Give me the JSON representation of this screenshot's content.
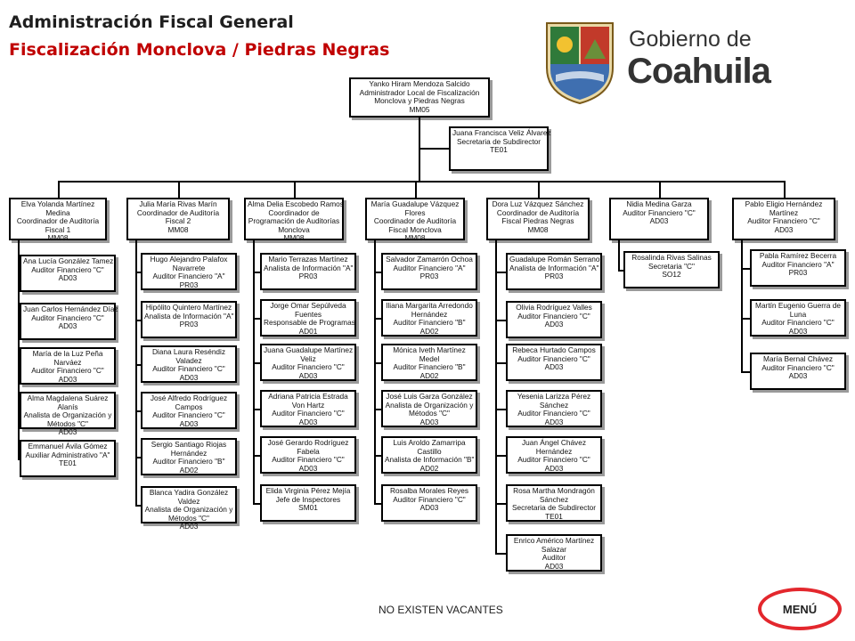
{
  "header": {
    "title": "Administración Fiscal General",
    "subtitle": "Fiscalización Monclova / Piedras Negras"
  },
  "logo": {
    "line1": "Gobierno de",
    "line2": "Coahuila"
  },
  "top": {
    "lines": [
      "Yanko Hiram Mendoza Salcido",
      "Administrador  Local de Fiscalización",
      "Monclova y Piedras Negras",
      "MM05"
    ]
  },
  "assistant": {
    "lines": [
      "Juana Francisca Veliz Álvarez",
      "Secretaria de Subdirector",
      "TE01"
    ]
  },
  "columns": [
    {
      "head": [
        "Elva Yolanda Martínez",
        "Medina",
        "Coordinador de Auditoría",
        "Fiscal 1",
        "MM08"
      ],
      "members": [
        [
          "Ana Lucía González Tamez",
          "Auditor Financiero \"C\"",
          "AD03"
        ],
        [
          "Juan Carlos Hernández Díaz",
          "Auditor Financiero \"C\"",
          "AD03"
        ],
        [
          "María de la Luz Peña",
          "Narváez",
          "Auditor Financiero \"C\"",
          "AD03"
        ],
        [
          "Alma Magdalena Suárez",
          "Alanís",
          "Analista de Organización y",
          "Métodos \"C\"",
          "AD03"
        ],
        [
          "Emmanuel Ávila Gómez",
          "Auxiliar Administrativo \"A\"",
          "TE01"
        ]
      ]
    },
    {
      "head": [
        "Julia María Rivas Marín",
        "Coordinador de Auditoría",
        "Fiscal 2",
        "MM08"
      ],
      "members": [
        [
          "Hugo Alejandro Palafox",
          "Navarrete",
          "Auditor Financiero \"A\"",
          "PR03"
        ],
        [
          "Hipólito Quintero Martínez",
          "Analista de Información \"A\"",
          "PR03"
        ],
        [
          "Diana Laura Reséndiz",
          "Valadez",
          "Auditor Financiero \"C\"",
          "AD03"
        ],
        [
          "José Alfredo Rodríguez",
          "Campos",
          "Auditor Financiero \"C\"",
          "AD03"
        ],
        [
          "Sergio Santiago Riojas",
          "Hernández",
          "Auditor Financiero \"B\"",
          "AD02"
        ],
        [
          "Blanca Yadira González",
          "Valdez",
          "Analista de Organización y",
          "Métodos \"C\"",
          "AD03"
        ]
      ]
    },
    {
      "head": [
        "Alma Delia Escobedo Ramos",
        "Coordinador de",
        "Programación de Auditorías",
        "Monclova",
        "MM08"
      ],
      "members": [
        [
          "Mario Terrazas Martínez",
          "Analista de Información \"A\"",
          "PR03"
        ],
        [
          "Jorge Omar Sepúlveda",
          "Fuentes",
          "Responsable de Programas",
          "AD01"
        ],
        [
          "Juana Guadalupe Martínez",
          "Veliz",
          "Auditor Financiero \"C\"",
          "AD03"
        ],
        [
          "Adriana Patricia Estrada",
          "Von Hartz",
          "Auditor Financiero \"C\"",
          "AD03"
        ],
        [
          "José Gerardo Rodríguez",
          "Fabela",
          "Auditor Financiero \"C\"",
          "AD03"
        ],
        [
          "Elida Virginia Pérez Mejía",
          "Jefe de Inspectores",
          "SM01"
        ]
      ]
    },
    {
      "head": [
        "María Guadalupe Vázquez",
        "Flores",
        "Coordinador de Auditoría",
        "Fiscal Monclova",
        "MM08"
      ],
      "members": [
        [
          "Salvador Zamarrón Ochoa",
          "Auditor Financiero \"A\"",
          "PR03"
        ],
        [
          "Iliana Margarita Arredondo",
          "Hernández",
          "Auditor Financiero \"B\"",
          "AD02"
        ],
        [
          "Mónica Iveth Martínez",
          "Medel",
          "Auditor Financiero \"B\"",
          "AD02"
        ],
        [
          "José Luis Garza González",
          "Analista de Organización y",
          "Métodos \"C\"",
          "AD03"
        ],
        [
          "Luis Aroldo Zamarripa",
          "Castillo",
          "Analista de Información \"B\"",
          "AD02"
        ],
        [
          "Rosalba Morales Reyes",
          "Auditor Financiero \"C\"",
          "AD03"
        ]
      ]
    },
    {
      "head": [
        "Dora Luz Vázquez Sánchez",
        "Coordinador de Auditoría",
        "Fiscal Piedras Negras",
        "MM08"
      ],
      "members": [
        [
          "Guadalupe Román Serrano",
          "Analista de Información \"A\"",
          "PR03"
        ],
        [
          "Olivia Rodríguez Valles",
          "Auditor Financiero \"C\"",
          "AD03"
        ],
        [
          "Rebeca Hurtado Campos",
          "Auditor Financiero \"C\"",
          "AD03"
        ],
        [
          "Yesenia Larizza Pérez",
          "Sánchez",
          "Auditor Financiero \"C\"",
          "AD03"
        ],
        [
          "Juan Ángel Chávez",
          "Hernández",
          "Auditor Financiero \"C\"",
          "AD03"
        ],
        [
          "Rosa Martha Mondragón",
          "Sánchez",
          "Secretaria de Subdirector",
          "TE01"
        ],
        [
          "Enrico Américo Martínez",
          "Salazar",
          "Auditor",
          "AD03"
        ]
      ]
    },
    {
      "head": [
        "Nidia Medina Garza",
        "Auditor Financiero \"C\"",
        "AD03"
      ],
      "members": [
        [
          "Rosalinda Rivas Salinas",
          "Secretaria \"C\"",
          "SO12"
        ]
      ]
    },
    {
      "head": [
        "Pablo Eligio Hernández",
        "Martínez",
        "Auditor Financiero \"C\"",
        "AD03"
      ],
      "members": [
        [
          "Pabla Ramírez Becerra",
          "Auditor Financiero \"A\"",
          "PR03"
        ],
        [
          "Martín Eugenio Guerra de",
          "Luna",
          "Auditor Financiero \"C\"",
          "AD03"
        ],
        [
          "María Bernal Chávez",
          "Auditor Financiero \"C\"",
          "AD03"
        ]
      ]
    }
  ],
  "footer": {
    "note": "NO EXISTEN VACANTES",
    "menu_label": "MENÚ"
  },
  "colors": {
    "title": "#1f1f1f",
    "subtitle": "#c00000",
    "menu_ring": "#e3272d",
    "box_border": "#000000",
    "box_shadow": "#9a9a9a"
  }
}
